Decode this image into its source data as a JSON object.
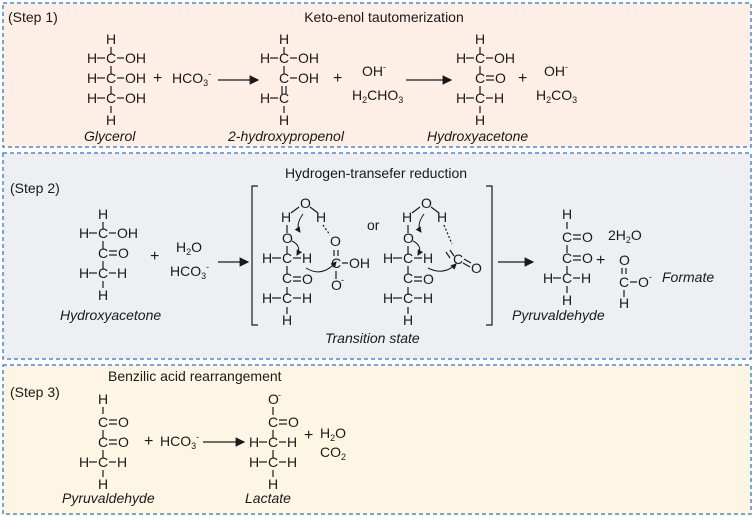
{
  "panels": [
    {
      "step": "(Step 1)",
      "title": "Keto-enol tautomerization",
      "plus_signs": [
        "+",
        "+",
        "+"
      ],
      "reagents": {
        "bicarbonate": "HCO",
        "bicarb_charge": "3",
        "bicarb_sign": "-",
        "hydroxide": "OH",
        "hydroxide_sign": "-",
        "h2cho3": "H",
        "h2cho3_sub": "2",
        "h2cho3_rest": "CHO",
        "h2cho3_sub2": "3",
        "h2co3": "H",
        "h2co3_sub": "2",
        "h2co3_rest": "CO",
        "h2co3_sub2": "3",
        "hydroxide2": "OH",
        "hydroxide2_sign": "-"
      },
      "labels": [
        "Glycerol",
        "2-hydroxypropenol",
        "Hydroxyacetone"
      ]
    },
    {
      "step": "(Step 2)",
      "title": "Hydrogen-transefer reduction",
      "plus_signs": [
        "+",
        "+"
      ],
      "reagents": {
        "water": "H",
        "water_sub": "2",
        "water_rest": "O",
        "bicarbonate": "HCO",
        "bicarb_sub": "3",
        "bicarb_sign": "-",
        "two_water": "2H",
        "two_water_sub": "2",
        "two_water_rest": "O",
        "or": "or"
      },
      "labels": [
        "Hydroxyacetone",
        "Transition state",
        "Pyruvaldehyde",
        "Formate"
      ]
    },
    {
      "step": "(Step 3)",
      "title": "Benzilic acid rearrangement",
      "plus_signs": [
        "+",
        "+"
      ],
      "reagents": {
        "bicarbonate": "HCO",
        "bicarb_sub": "3",
        "bicarb_sign": "-",
        "water": "H",
        "water_sub": "2",
        "water_rest": "O",
        "co2": "CO",
        "co2_sub": "2"
      },
      "labels": [
        "Pyruvaldehyde",
        "Lactate"
      ]
    }
  ],
  "atoms": {
    "H": "H",
    "C": "C",
    "O": "O",
    "OH": "OH",
    "Om": "O",
    "minus": "-"
  },
  "colors": {
    "step1_bg": "#fdeee6",
    "step2_bg": "#eeeff2",
    "step3_bg": "#fdf6e4",
    "border": "#4a8ad0"
  }
}
